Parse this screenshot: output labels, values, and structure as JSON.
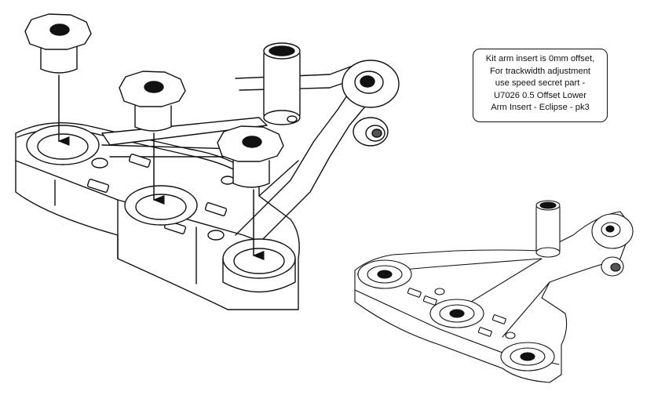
{
  "note": {
    "lines": [
      "Kit arm insert is 0mm offset,",
      "For trackwidth adjustment",
      "use speed secret part -",
      "U7026 0.5 Offset Lower",
      "Arm Insert - Eclipse - pk3"
    ]
  },
  "colors": {
    "line": "#111111",
    "fill": "#ffffff",
    "shade": "#d9d9d9"
  }
}
